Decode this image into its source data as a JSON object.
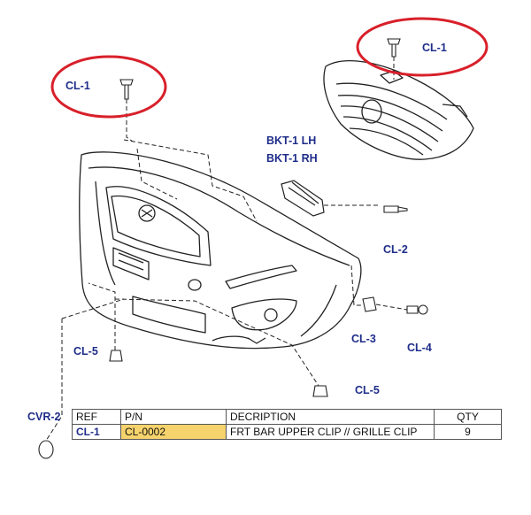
{
  "callouts": {
    "cl1_left": "CL-1",
    "cl1_right": "CL-1",
    "bkt_lh": "BKT-1 LH",
    "bkt_rh": "BKT-1 RH",
    "cl2": "CL-2",
    "cl3": "CL-3",
    "cl4": "CL-4",
    "cl5_left": "CL-5",
    "cl5_right": "CL-5",
    "cvr2": "CVR-2"
  },
  "highlight_color": "#d8202a",
  "label_color": "#1f2d8a",
  "table": {
    "headers": {
      "ref": "REF",
      "pn": "P/N",
      "description": "DECRIPTION",
      "qty": "QTY"
    },
    "rows": [
      {
        "ref": "CL-1",
        "pn": "CL-0002",
        "description": "FRT BAR UPPER CLIP // GRILLE CLIP",
        "qty": "9"
      }
    ]
  }
}
